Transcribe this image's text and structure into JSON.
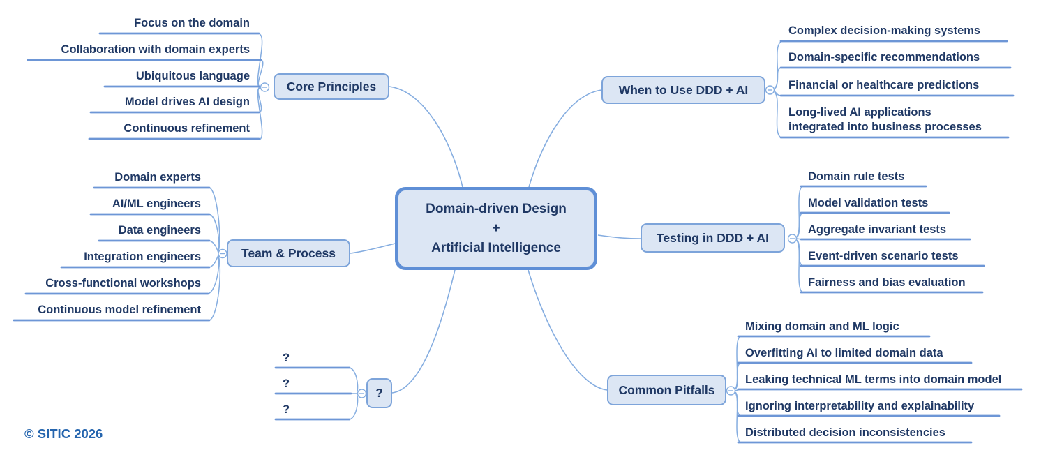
{
  "center": {
    "lines": [
      "Domain-driven Design",
      "+",
      "Artificial Intelligence"
    ]
  },
  "branches": [
    {
      "label": "Core Principles",
      "children": [
        "Focus on the domain",
        "Collaboration with domain experts",
        "Ubiquitous language",
        "Model drives AI design",
        "Continuous refinement"
      ]
    },
    {
      "label": "When to Use DDD + AI",
      "children": [
        "Complex decision-making systems",
        "Domain-specific recommendations",
        "Financial or healthcare predictions",
        "Long-lived AI applications\nintegrated into business processes"
      ]
    },
    {
      "label": "Team & Process",
      "children": [
        "Domain experts",
        "AI/ML engineers",
        "Data engineers",
        "Integration engineers",
        "Cross-functional workshops",
        "Continuous model refinement"
      ]
    },
    {
      "label": "Testing in DDD + AI",
      "children": [
        "Domain rule tests",
        "Model validation tests",
        "Aggregate invariant tests",
        "Event-driven scenario tests",
        "Fairness and bias evaluation"
      ]
    },
    {
      "label": "?",
      "children": [
        "?",
        "?",
        "?"
      ]
    },
    {
      "label": "Common Pitfalls",
      "children": [
        "Mixing domain and ML logic",
        "Overfitting AI to limited domain data",
        "Leaking technical ML terms into domain model",
        "Ignoring interpretability and explainability",
        "Distributed decision inconsistencies"
      ]
    }
  ],
  "collapse_indicator": "minus",
  "footer": {
    "copyright": "© SITIC 2026"
  },
  "colors": {
    "node_fill": "#dce6f4",
    "node_border": "#7da4da",
    "center_border": "#5f8fd6",
    "text": "#1f3864",
    "connector": "#85ade0",
    "underline": "#6d96d6",
    "copyright": "#2565ae"
  }
}
